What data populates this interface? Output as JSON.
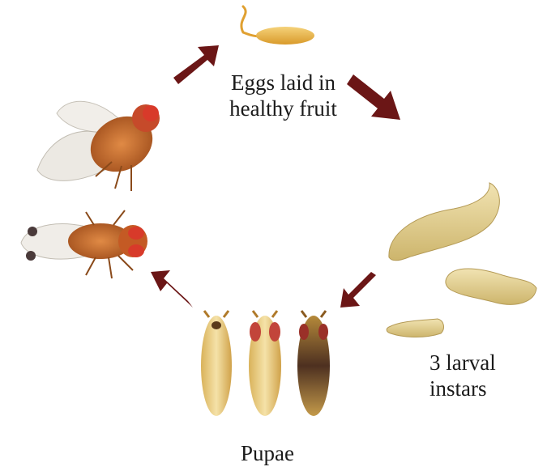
{
  "labels": {
    "eggs": "Eggs laid in\nhealthy fruit",
    "larvae": "3 larval\ninstars",
    "pupae": "Pupae"
  },
  "colors": {
    "arrow": "#6b1616",
    "egg": "#e8b84a",
    "larva": "#e6d59a",
    "pupa_light": "#ecd188",
    "pupa_dark": "#5a3a22",
    "fly_body": "#c0692a",
    "fly_eye": "#d03a2a"
  },
  "stages": [
    "egg",
    "larva",
    "pupa",
    "adult"
  ]
}
